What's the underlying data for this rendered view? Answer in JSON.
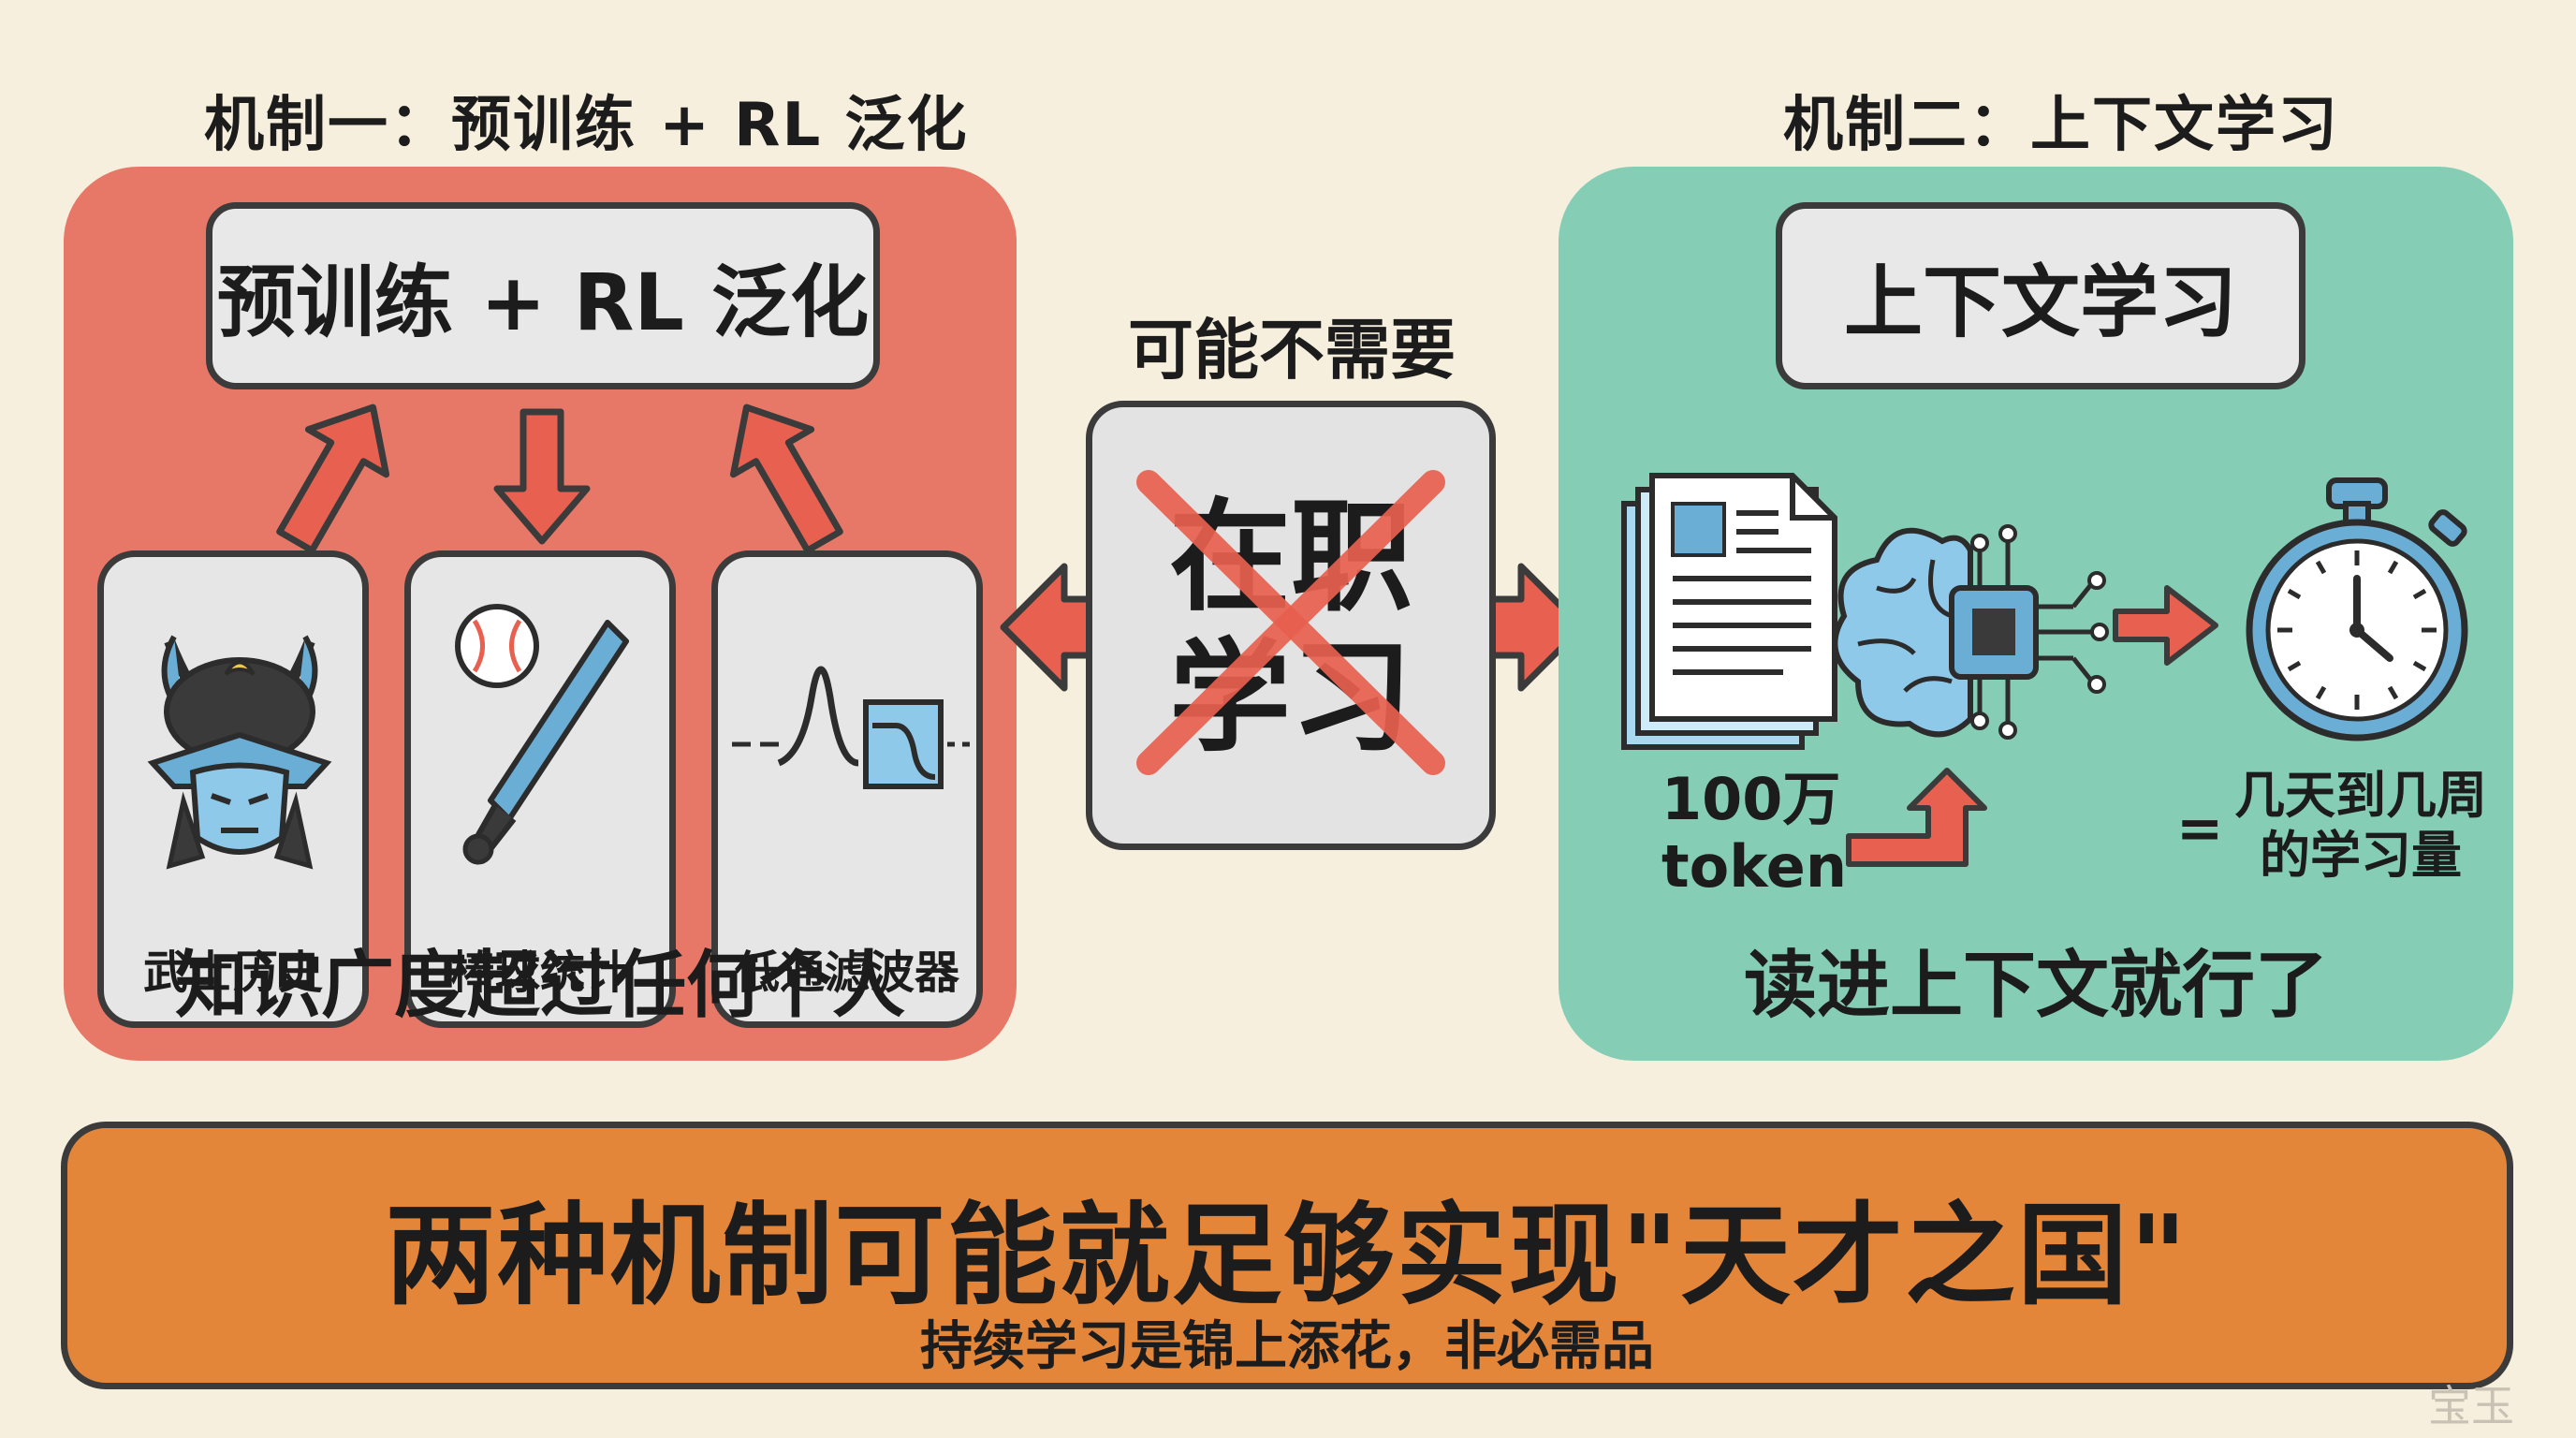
{
  "colors": {
    "background": "#f6efdd",
    "left_panel": "#e77766",
    "right_panel": "#86cdb5",
    "banner": "#e4863a",
    "cross": "#e8604f",
    "arrow_fill": "#e8604f",
    "outline": "#3b3b3b"
  },
  "mechanism_one": {
    "heading": "机制一：预训练 + RL 泛化",
    "box_label": "预训练 + RL 泛化",
    "cards": [
      {
        "icon": "samurai-helmet-icon",
        "label": "武士历史"
      },
      {
        "icon": "baseball-bat-icon",
        "label": "棒球统计"
      },
      {
        "icon": "lowpass-filter-icon",
        "label": "低通滤波器"
      }
    ],
    "caption": "知识广度超过任何个人"
  },
  "middle": {
    "note": "可能不需要",
    "card_text_line1": "在职",
    "card_text_line2": "学习"
  },
  "mechanism_two": {
    "heading": "机制二：上下文学习",
    "box_label": "上下文学习",
    "token_count": "100万",
    "token_unit": "token",
    "equals": "=",
    "result_line1": "几天到几周",
    "result_line2": "的学习量",
    "caption": "读进上下文就行了"
  },
  "banner": {
    "main": "两种机制可能就足够实现\"天才之国\"",
    "sub": "持续学习是锦上添花，非必需品"
  },
  "watermark": "宝玉"
}
